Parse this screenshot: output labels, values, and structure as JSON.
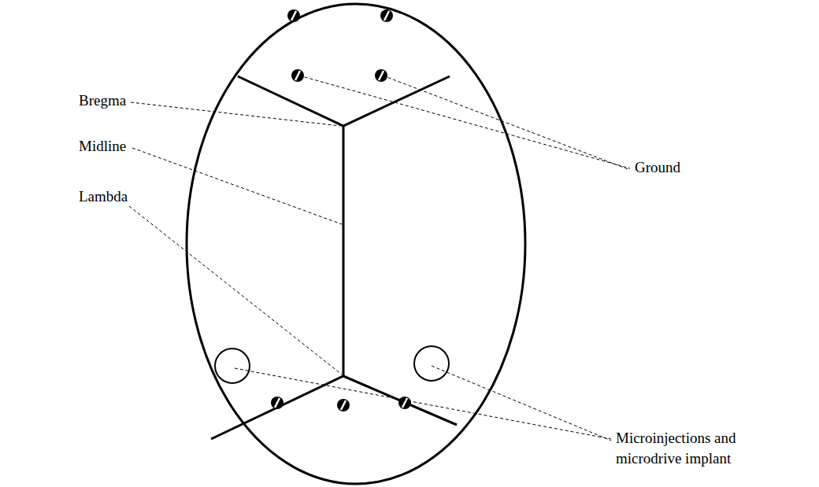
{
  "diagram": {
    "labels": [
      "Bregma",
      "Midline",
      "Lambda",
      "Ground",
      "Microinjections and microdrive implant"
    ]
  }
}
